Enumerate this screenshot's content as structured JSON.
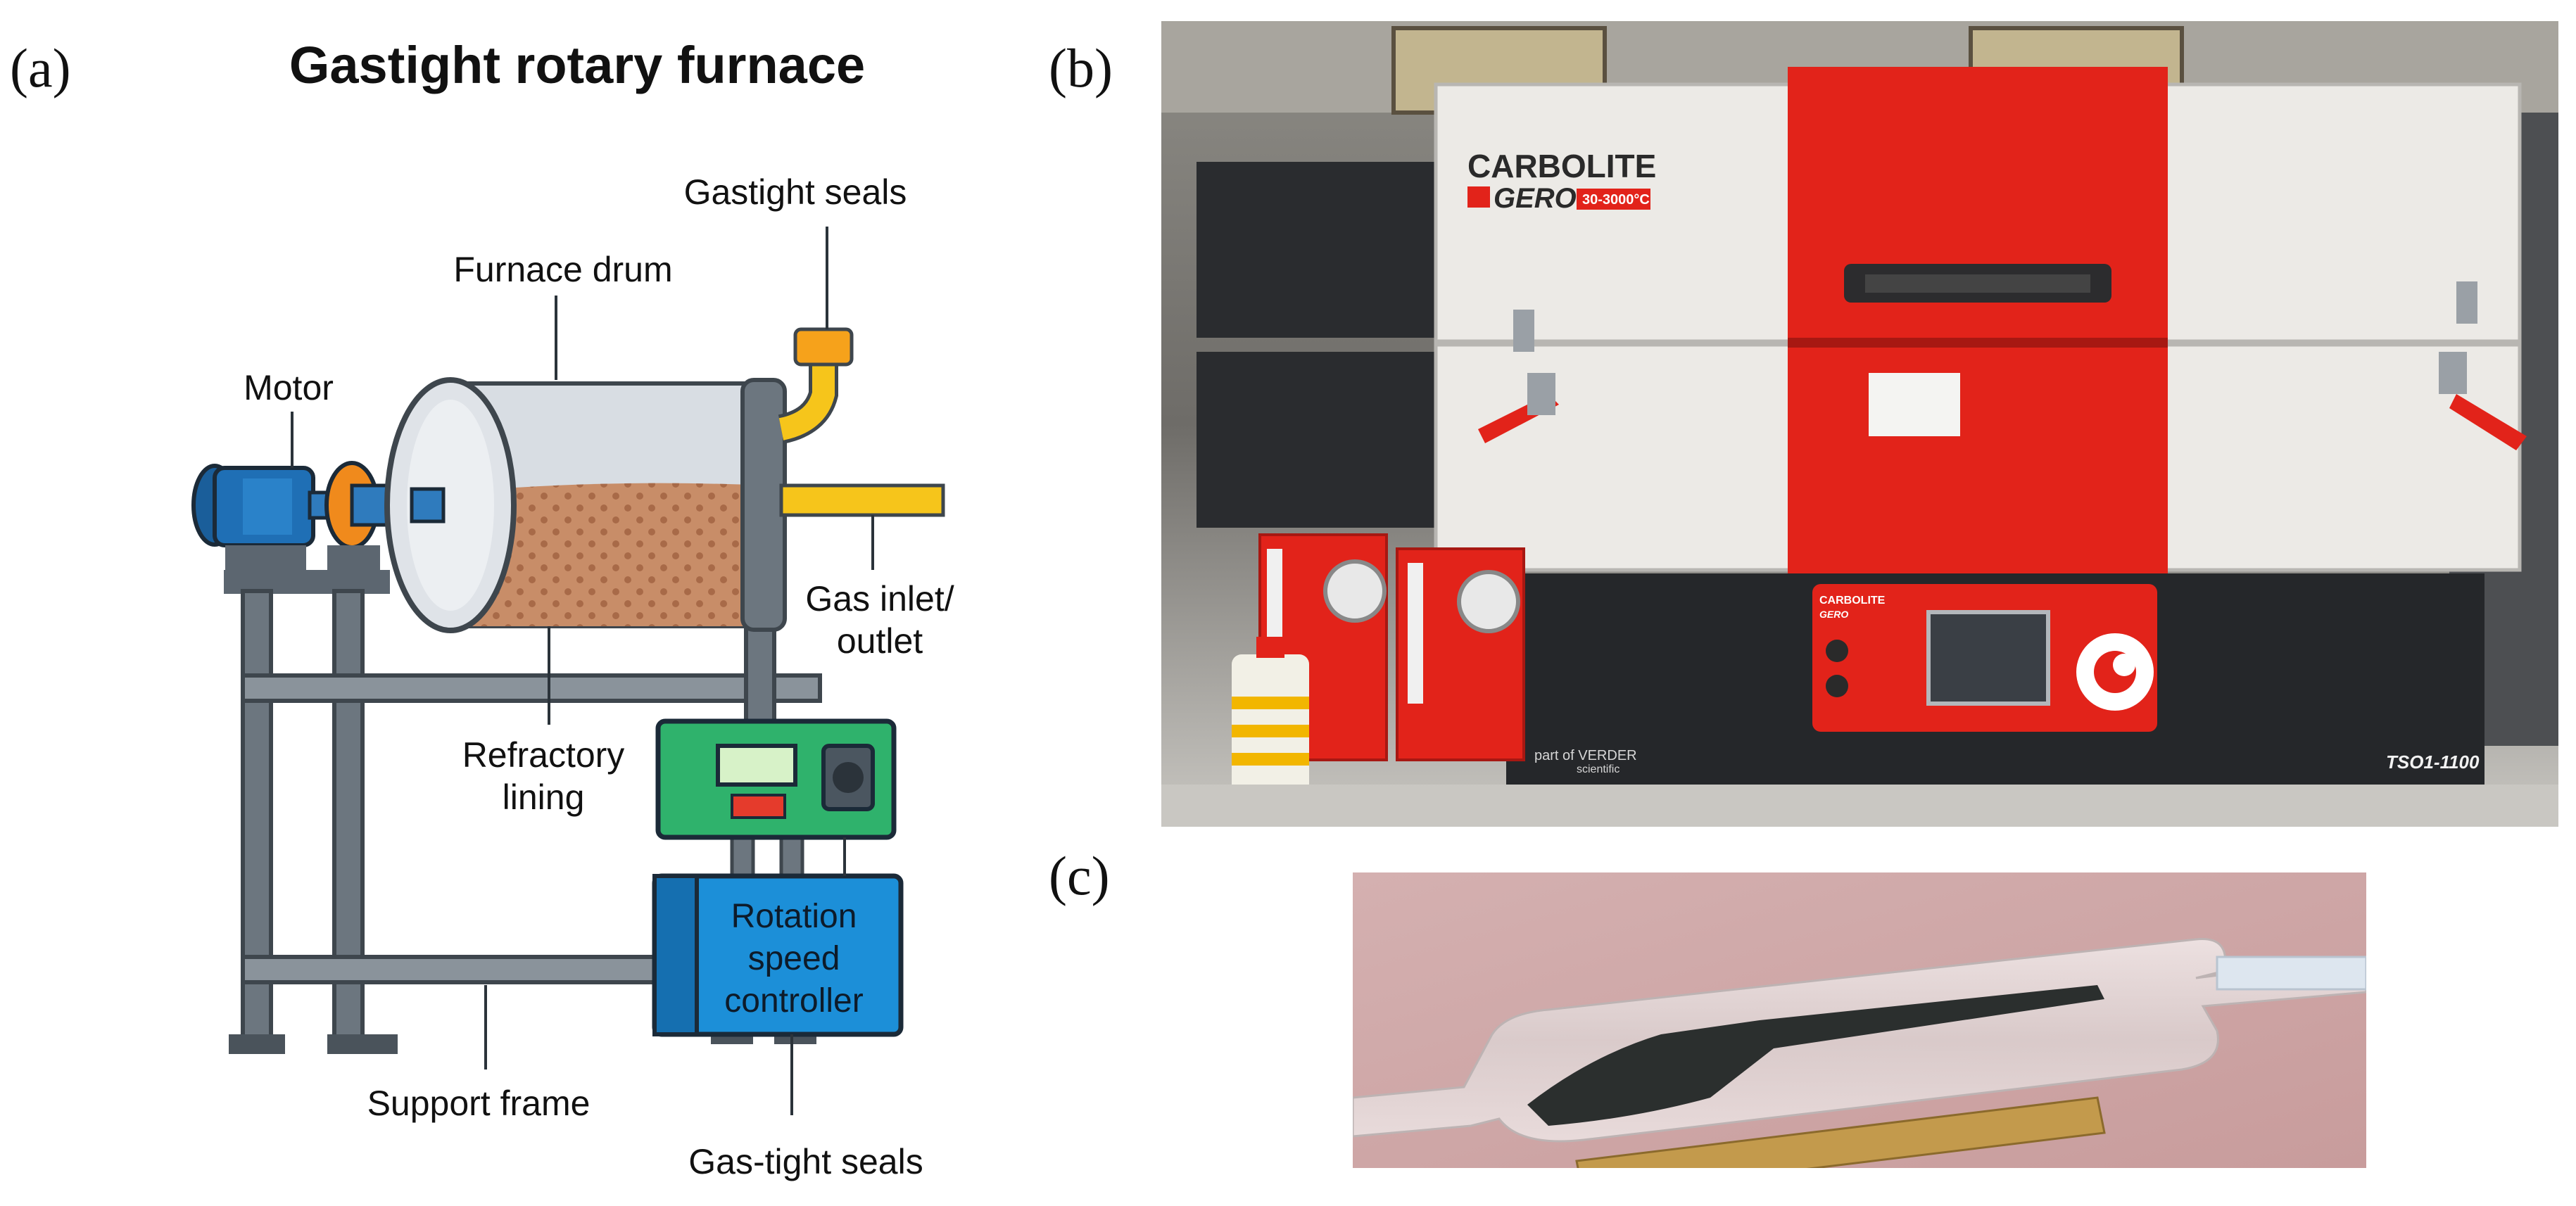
{
  "panel_a": {
    "letter": "(a)",
    "title": "Gastight rotary furnace",
    "labels": {
      "gastight_seals_top": "Gastight seals",
      "furnace_drum": "Furnace drum",
      "motor": "Motor",
      "gas_inlet_line1": "Gas inlet/",
      "gas_inlet_line2": "outlet",
      "refractory_line1": "Refractory",
      "refractory_line2": "lining",
      "controller_line1": "Rotation",
      "controller_line2": "speed",
      "controller_line3": "controller",
      "support_frame": "Support frame",
      "gas_tight_seals_bottom": "Gas-tight seals"
    }
  },
  "panel_b": {
    "letter": "(b)",
    "brand_line1": "CARBOLITE",
    "brand_line2": "GERO",
    "temp_range": "30-3000°C",
    "panel_brand": "CARBOLITE",
    "panel_brand2": "GERO",
    "part_of": "part of VERDER",
    "scientific": "scientific",
    "model": "TSO1-1100",
    "colors": {
      "red": "#e2231a",
      "white": "#eceae6",
      "dark": "#25272a"
    }
  },
  "panel_c": {
    "letter": "(c)"
  },
  "colors": {
    "frame": "#5c6670",
    "frame_light": "#8a939b",
    "motor": "#1f6fb5",
    "coupling": "#f08a1c",
    "drum": "#d8dde3",
    "lining": "#c88d68",
    "pipe": "#f6c51b",
    "box_green": "#2fb26c",
    "box_blue": "#1c8fd8"
  }
}
